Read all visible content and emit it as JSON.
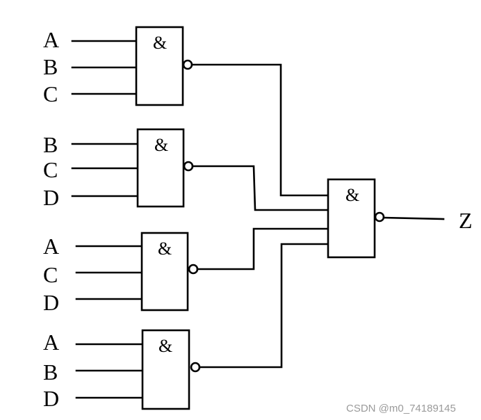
{
  "gates": [
    {
      "symbol": "&",
      "inputs": [
        "A",
        "B",
        "C"
      ]
    },
    {
      "symbol": "&",
      "inputs": [
        "B",
        "C",
        "D"
      ]
    },
    {
      "symbol": "&",
      "inputs": [
        "A",
        "C",
        "D"
      ]
    },
    {
      "symbol": "&",
      "inputs": [
        "A",
        "B",
        "D"
      ]
    }
  ],
  "output_gate": {
    "symbol": "&"
  },
  "output_label": "Z",
  "watermark": "CSDN @m0_74189145"
}
